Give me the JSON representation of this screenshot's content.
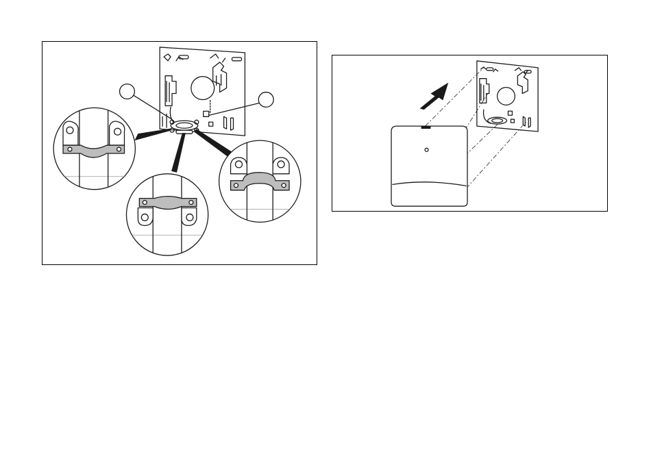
{
  "figures": [
    {
      "id": "left",
      "description_hidden": "",
      "callouts": [
        {
          "id": "callout-1",
          "label": ""
        },
        {
          "id": "callout-2",
          "label": ""
        }
      ],
      "detail_views": [
        "clamp-detail-left",
        "clamp-detail-bottom",
        "clamp-detail-right"
      ]
    },
    {
      "id": "right",
      "arrow_direction": "up-right"
    }
  ],
  "colors": {
    "line": "#1a1a1a",
    "strap_fill": "#bdbdbd",
    "strap_fill_light": "#d4d4d4",
    "arrow_fill": "#1a1a1a",
    "background": "#ffffff"
  }
}
